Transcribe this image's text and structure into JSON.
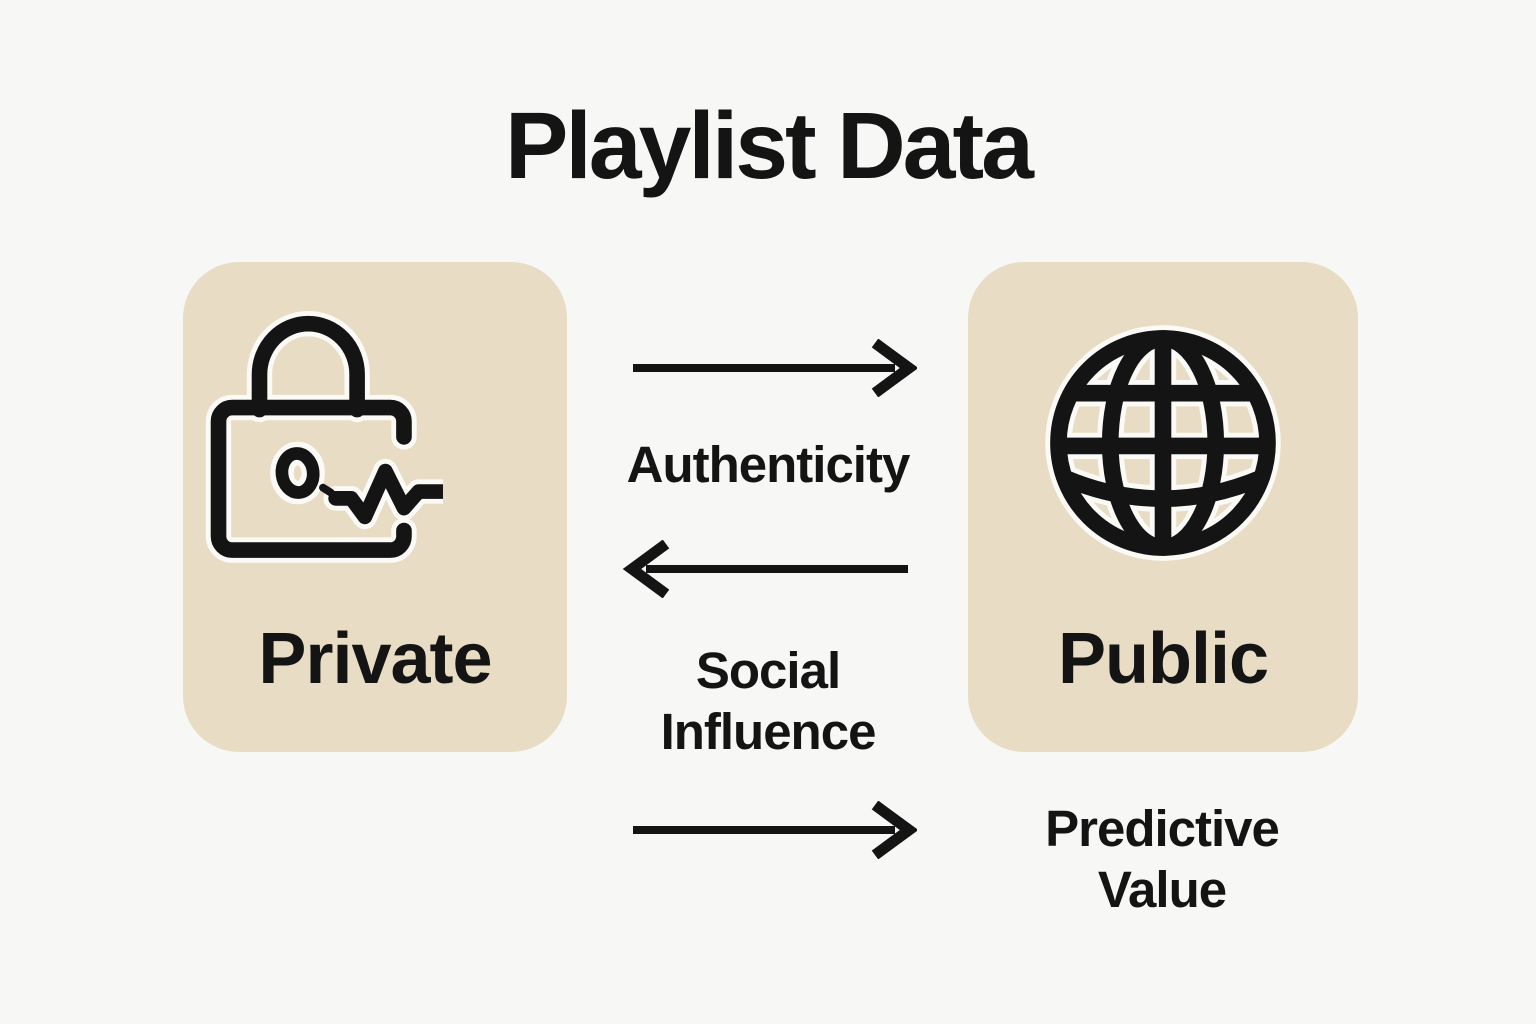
{
  "title": "Playlist Data",
  "colors": {
    "background": "#f7f7f5",
    "card_fill": "#e8ddc4",
    "ink": "#141414"
  },
  "nodes": [
    {
      "id": "private",
      "label": "Private",
      "icon": "lock-audio-wave-icon"
    },
    {
      "id": "public",
      "label": "Public",
      "icon": "globe-icon"
    }
  ],
  "edges": [
    {
      "from": "private",
      "to": "public",
      "direction": "right",
      "label": "Authenticity",
      "line1": "Authenticity",
      "line2": ""
    },
    {
      "from": "public",
      "to": "private",
      "direction": "left",
      "label": "Social Influence",
      "line1": "Social",
      "line2": "Influence"
    },
    {
      "from": "private",
      "to": "public",
      "direction": "right",
      "label": "Predictive Value",
      "line1": "Predictive",
      "line2": "Value"
    }
  ]
}
